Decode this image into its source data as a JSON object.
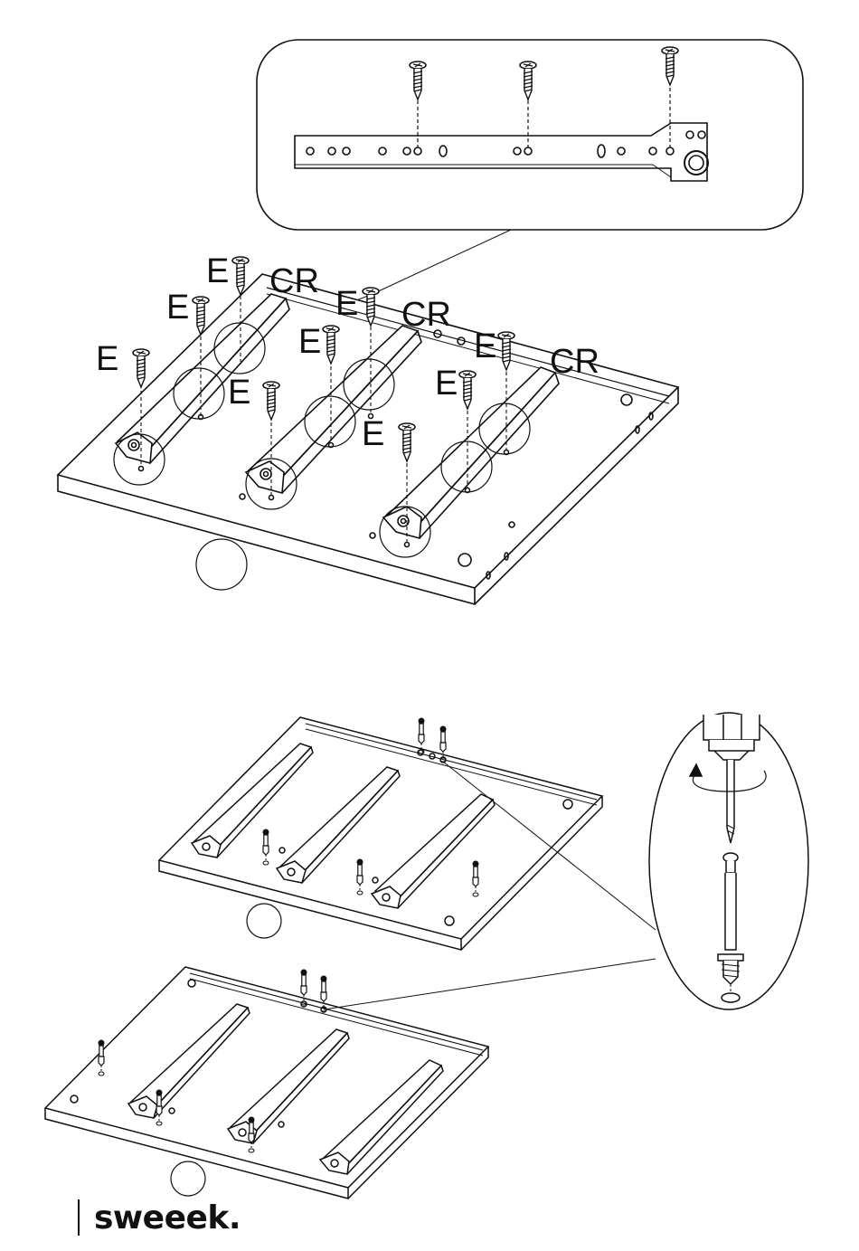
{
  "labels": {
    "e1": "E",
    "e2": "E",
    "e3": "E",
    "e4": "E",
    "e5": "E",
    "e6": "E",
    "e7": "E",
    "e8": "E",
    "cr1": "CR",
    "cr2": "CR",
    "cr3": "CR"
  },
  "brand": {
    "name": "sweeek."
  },
  "icons": {
    "screw": "screw-icon",
    "dowel": "cam-dowel-icon",
    "screwdriver": "screwdriver-icon",
    "rotation": "rotation-arrow-icon"
  },
  "colors": {
    "line": "#111111",
    "background": "#ffffff"
  }
}
